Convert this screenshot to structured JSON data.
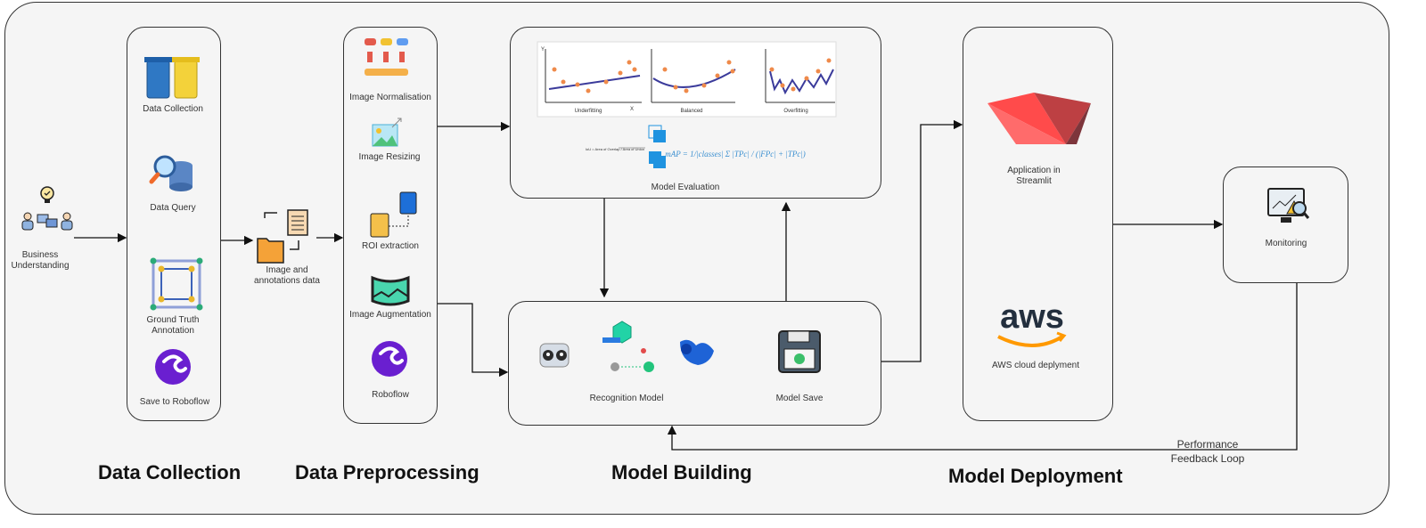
{
  "stages": {
    "business": "Business Understanding",
    "data_collection": {
      "title": "Data Collection",
      "items": [
        "Data Collection",
        "Data Query",
        "Ground Truth Annotation",
        "Save to Roboflow"
      ]
    },
    "image_data": "Image and annotations data",
    "data_preprocessing": {
      "title": "Data Preprocessing",
      "items": [
        "Image Normalisation",
        "Image Resizing",
        "ROI extraction",
        "Image Augmentation",
        "Roboflow"
      ]
    },
    "model_building": {
      "title": "Model Building",
      "evaluation": {
        "label": "Model Evaluation",
        "plots": [
          "Underfitting",
          "Balanced",
          "Overfitting"
        ],
        "axis_x": "X",
        "axis_y": "Y",
        "iou_formula": "IoU = Area of Overlap / Area of Union",
        "map_formula": "mAP = 1/|classes| Σ |TPc| / (|FPc| + |TPc|)"
      },
      "recognition": "Recognition Model",
      "save": "Model Save"
    },
    "model_deployment": {
      "title": "Model Deployment",
      "streamlit": "Application in Streamlit",
      "aws_logo": "aws",
      "aws": "AWS cloud deplyment"
    },
    "monitoring": "Monitoring",
    "feedback": "Performance Feedback Loop"
  },
  "colors": {
    "border": "#333333",
    "background": "#f5f5f5",
    "roboflow": "#6a1fd0",
    "streamlit": "#ff4b4b",
    "aws_orange": "#ff9900"
  }
}
